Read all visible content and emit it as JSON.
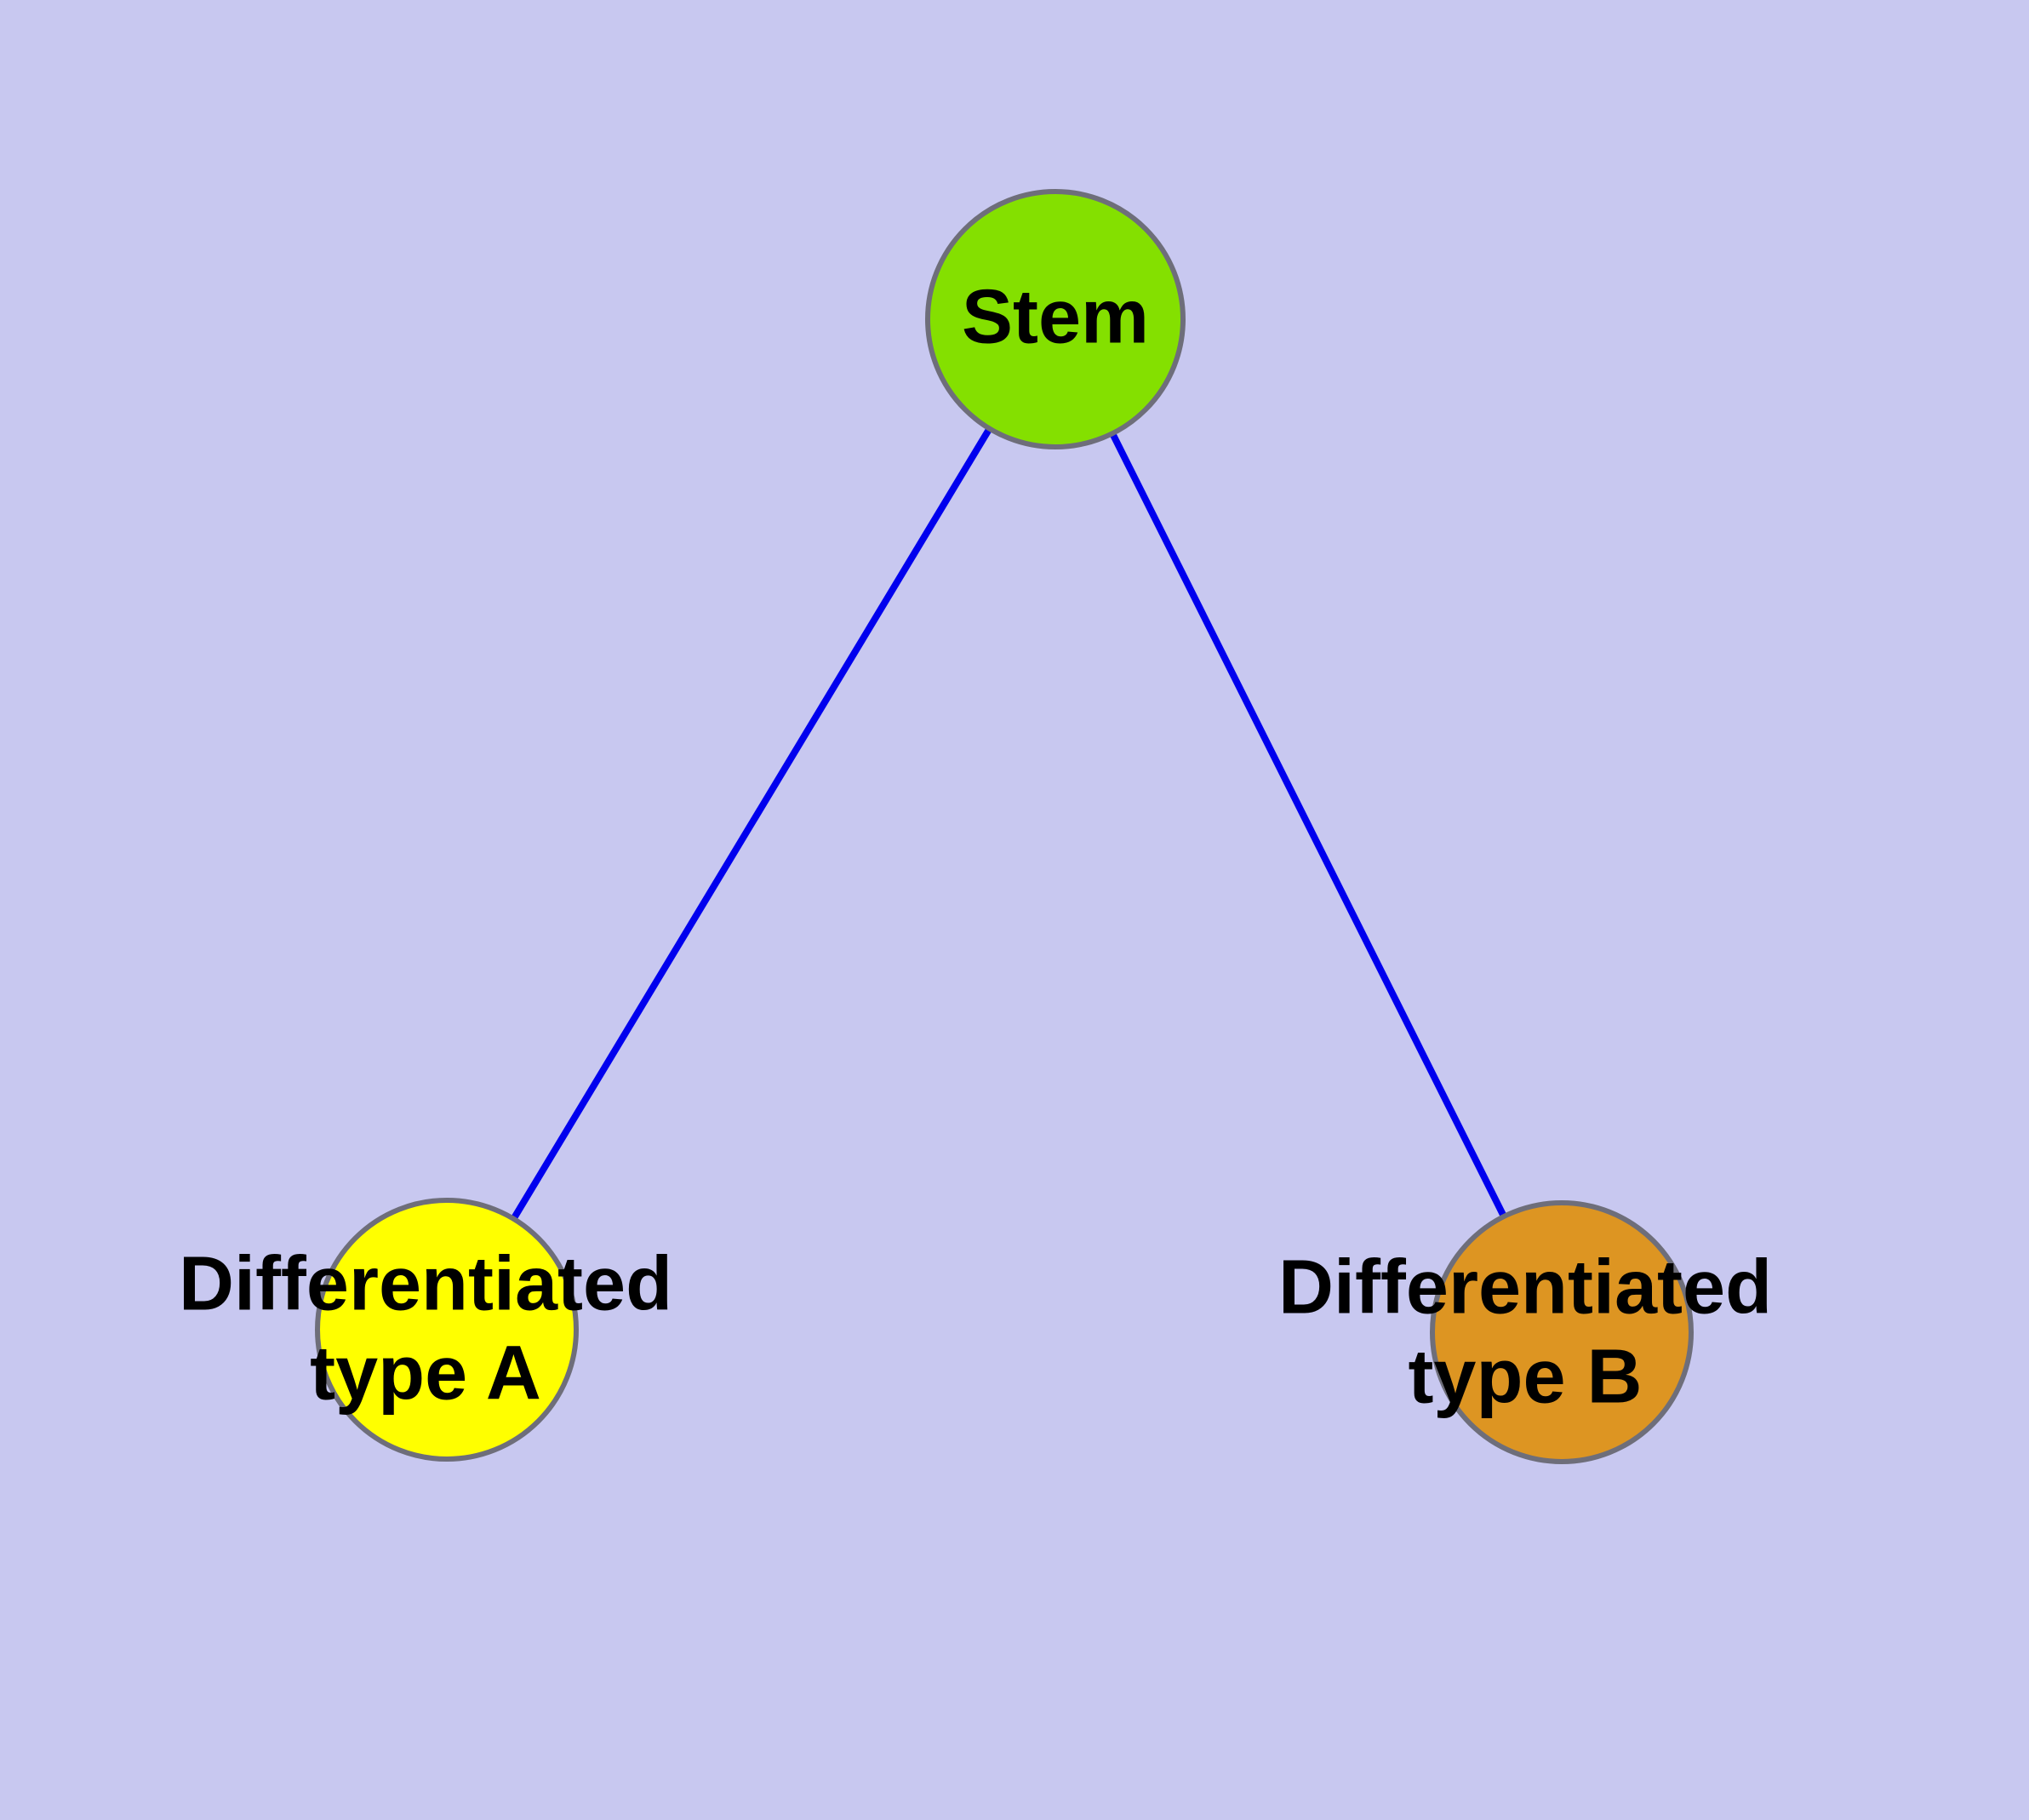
{
  "diagram": {
    "type": "node-link-graph",
    "description": "Stem cell differentiation diagram with one parent node and two child nodes",
    "background_color": "#c8c8f0",
    "edge_color": "#0000ee",
    "node_stroke_color": "#6e6e7a",
    "text_color": "#000000",
    "nodes": [
      {
        "id": "stem",
        "label": "Stem",
        "label_line1": "Stem",
        "label_line2": "",
        "color": "#84e000"
      },
      {
        "id": "typeA",
        "label": "Differentiated type A",
        "label_line1": "Differentiated",
        "label_line2": "type A",
        "color": "#ffff00"
      },
      {
        "id": "typeB",
        "label": "Differentiated type B",
        "label_line1": "Differentiated",
        "label_line2": "type B",
        "color": "#dd9522"
      }
    ],
    "edges": [
      {
        "from": "Stem",
        "to": "Differentiated type A"
      },
      {
        "from": "Stem",
        "to": "Differentiated type B"
      }
    ]
  }
}
